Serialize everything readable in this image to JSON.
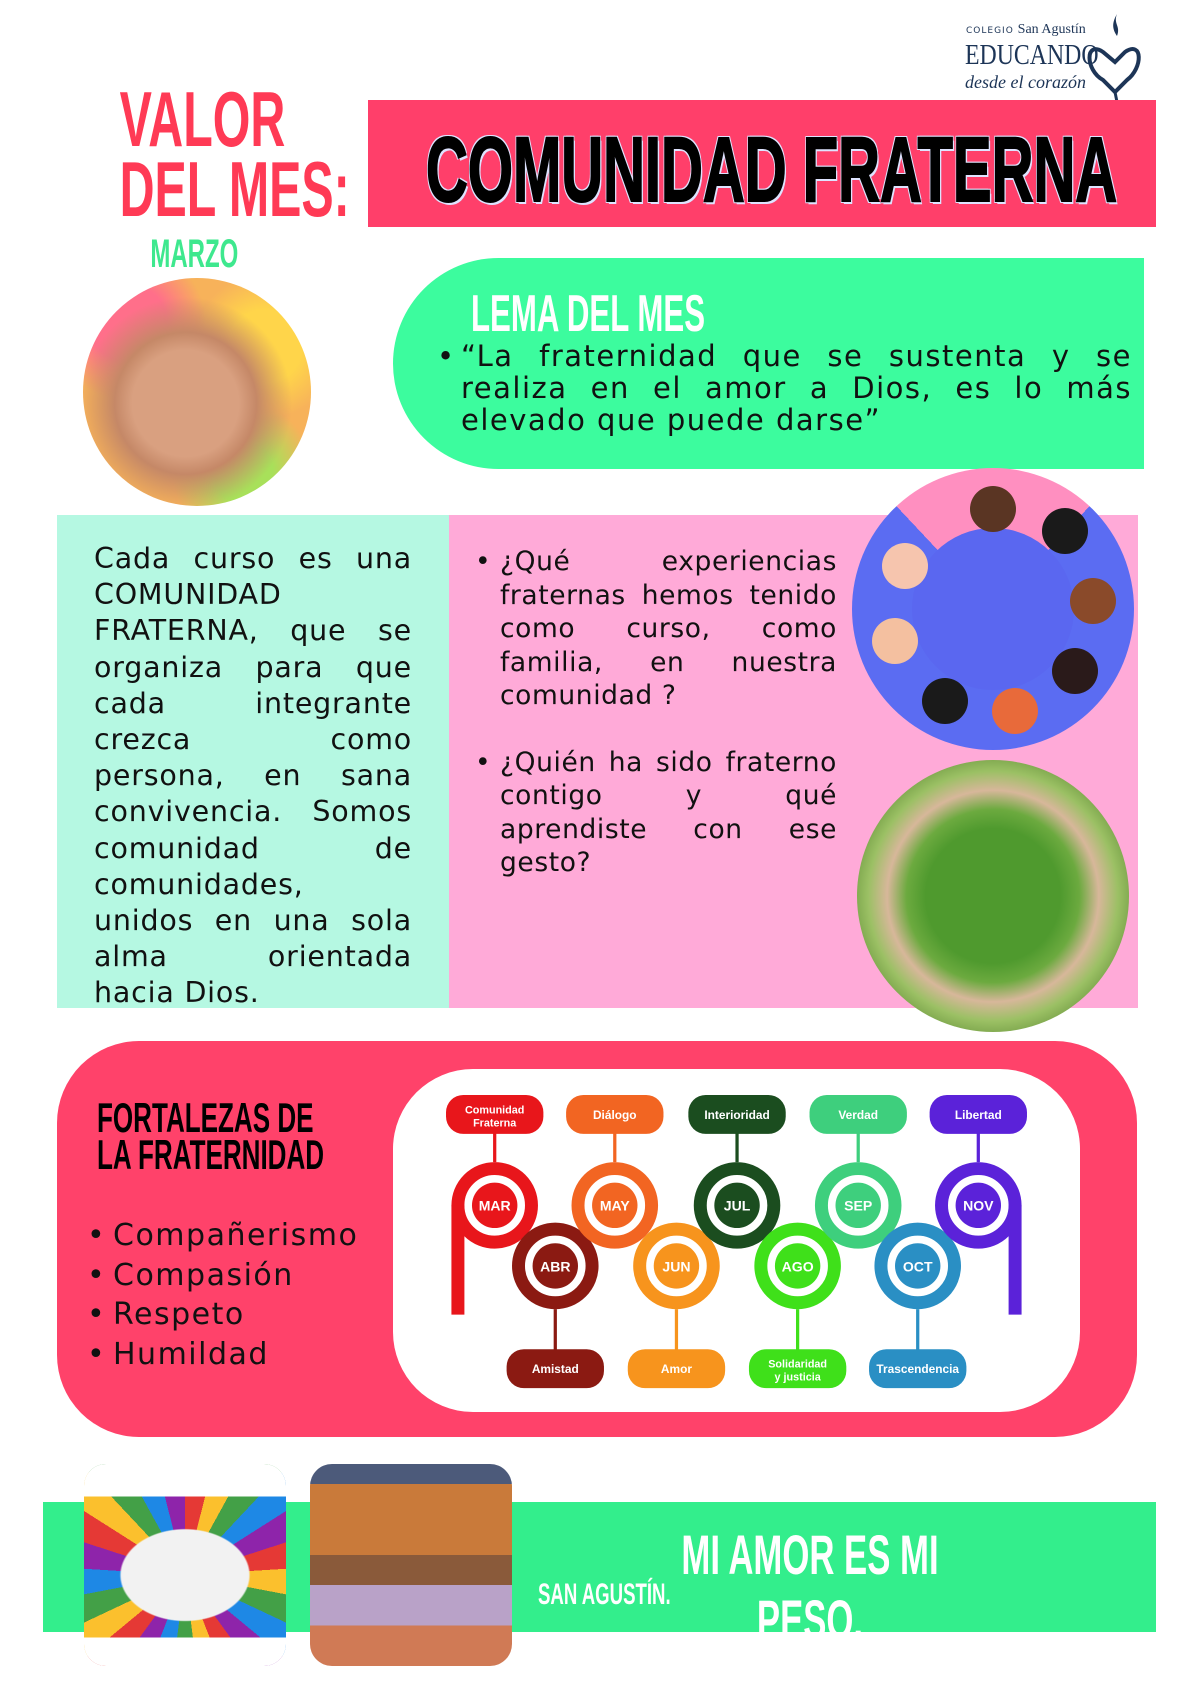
{
  "logo": {
    "small": "COLEGIO",
    "school": "San Agustín",
    "main": "EDUCANDO",
    "script": "desde el corazón"
  },
  "header": {
    "valor_line1": "VALOR",
    "valor_line2": "DEL MES:",
    "month": "MARZO",
    "title": "COMUNIDAD FRATERNA"
  },
  "lema": {
    "heading": "LEMA DEL MES",
    "quote": "“La fraternidad que se sustenta y se realiza en el amor a Dios, es lo más elevado que puede darse”"
  },
  "description": "Cada curso es una COMUNIDAD FRATERNA, que se organiza para que cada integrante crezca como persona, en sana convivencia. Somos comunidad de comunidades, unidos en una sola alma orientada hacia Dios.",
  "questions": [
    "¿Qué experiencias fraternas hemos tenido como curso, como familia, en nuestra comunidad ?",
    "¿Quién ha sido fraterno contigo y qué aprendiste con ese gesto?"
  ],
  "fortalezas": {
    "title_line1": "FORTALEZAS DE",
    "title_line2": "LA FRATERNIDAD",
    "items": [
      "Compañerismo",
      "Compasión",
      "Respeto",
      "Humildad"
    ]
  },
  "timeline": [
    {
      "month": "MAR",
      "value": "Comunidad Fraterna",
      "color": "#e8161b"
    },
    {
      "month": "ABR",
      "value": "Amistad",
      "color": "#8b1a12"
    },
    {
      "month": "MAY",
      "value": "Diálogo",
      "color": "#f26522"
    },
    {
      "month": "JUN",
      "value": "Amor",
      "color": "#f7941d"
    },
    {
      "month": "JUL",
      "value": "Interioridad",
      "color": "#1b4d1f"
    },
    {
      "month": "AGO",
      "value": "Solidaridad y justicia",
      "color": "#3fe01a"
    },
    {
      "month": "SEP",
      "value": "Verdad",
      "color": "#3ecf7d"
    },
    {
      "month": "OCT",
      "value": "Trascendencia",
      "color": "#2a8fc4"
    },
    {
      "month": "NOV",
      "value": "Libertad",
      "color": "#5b22d9"
    }
  ],
  "footer": {
    "quote": "MI AMOR ES MI PESO.",
    "author": "SAN AGUSTÍN."
  },
  "colors": {
    "red": "#ff3f6a",
    "green": "#3cfc9e",
    "mint": "#b5f8e2",
    "pink": "#ffaad8"
  }
}
